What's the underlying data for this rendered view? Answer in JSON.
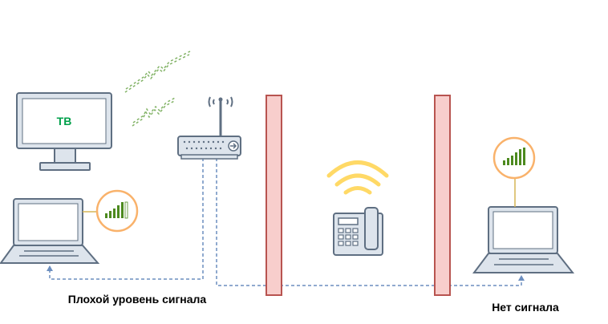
{
  "tv": {
    "label": "ТВ"
  },
  "labels": {
    "poor_signal": "Плохой уровень сигнала",
    "no_signal": "Нет сигнала"
  },
  "colors": {
    "wall_fill": "#f8cecc",
    "wall_stroke": "#b85450",
    "cable": "#6c8ebf",
    "wifi_arc": "#ffd966",
    "badge_ring": "#f9b26b",
    "signal_bars": "#4d8a1f",
    "interference": "#82b366",
    "tv_label": "#00a04a",
    "device_stroke": "#5f6f82",
    "device_fill": "#dde4ec"
  },
  "icons": [
    "tv-icon",
    "router-icon",
    "laptop-icon",
    "phone-icon",
    "wifi-icon",
    "signal-strength-icon",
    "interference-icon",
    "wall"
  ]
}
